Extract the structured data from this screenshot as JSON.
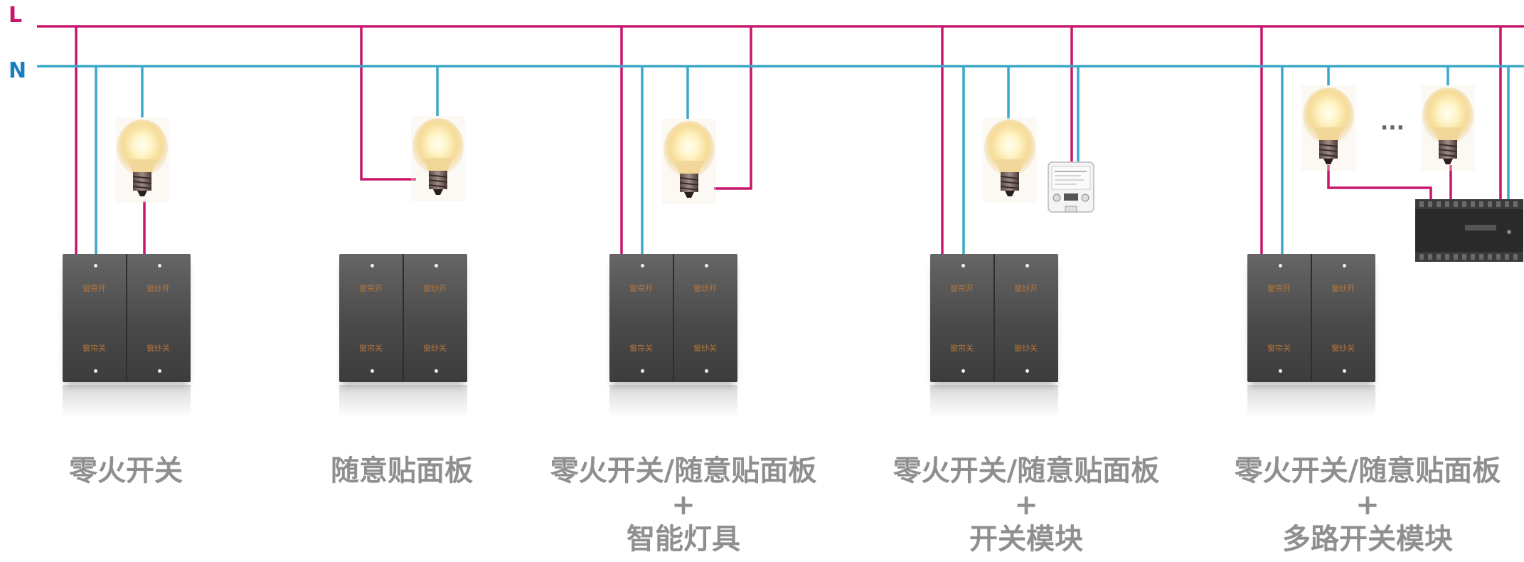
{
  "lines": {
    "live_label": "L",
    "neutral_label": "N",
    "live_color": "#c8166c",
    "neutral_color": "#3aa8c8",
    "neutral_label_color": "#1a7fc0"
  },
  "panel_keys": {
    "top_left": "窗帘开",
    "top_right": "窗纱开",
    "bottom_left": "窗帘关",
    "bottom_right": "窗纱关"
  },
  "ellipsis": "...",
  "scenarios": [
    {
      "caption_line1": "零火开关",
      "caption_line2": "",
      "caption_line3": ""
    },
    {
      "caption_line1": "随意贴面板",
      "caption_line2": "",
      "caption_line3": ""
    },
    {
      "caption_line1": "零火开关/随意贴面板",
      "caption_line2": "+",
      "caption_line3": "智能灯具"
    },
    {
      "caption_line1": "零火开关/随意贴面板",
      "caption_line2": "+",
      "caption_line3": "开关模块"
    },
    {
      "caption_line1": "零火开关/随意贴面板",
      "caption_line2": "+",
      "caption_line3": "多路开关模块"
    }
  ]
}
